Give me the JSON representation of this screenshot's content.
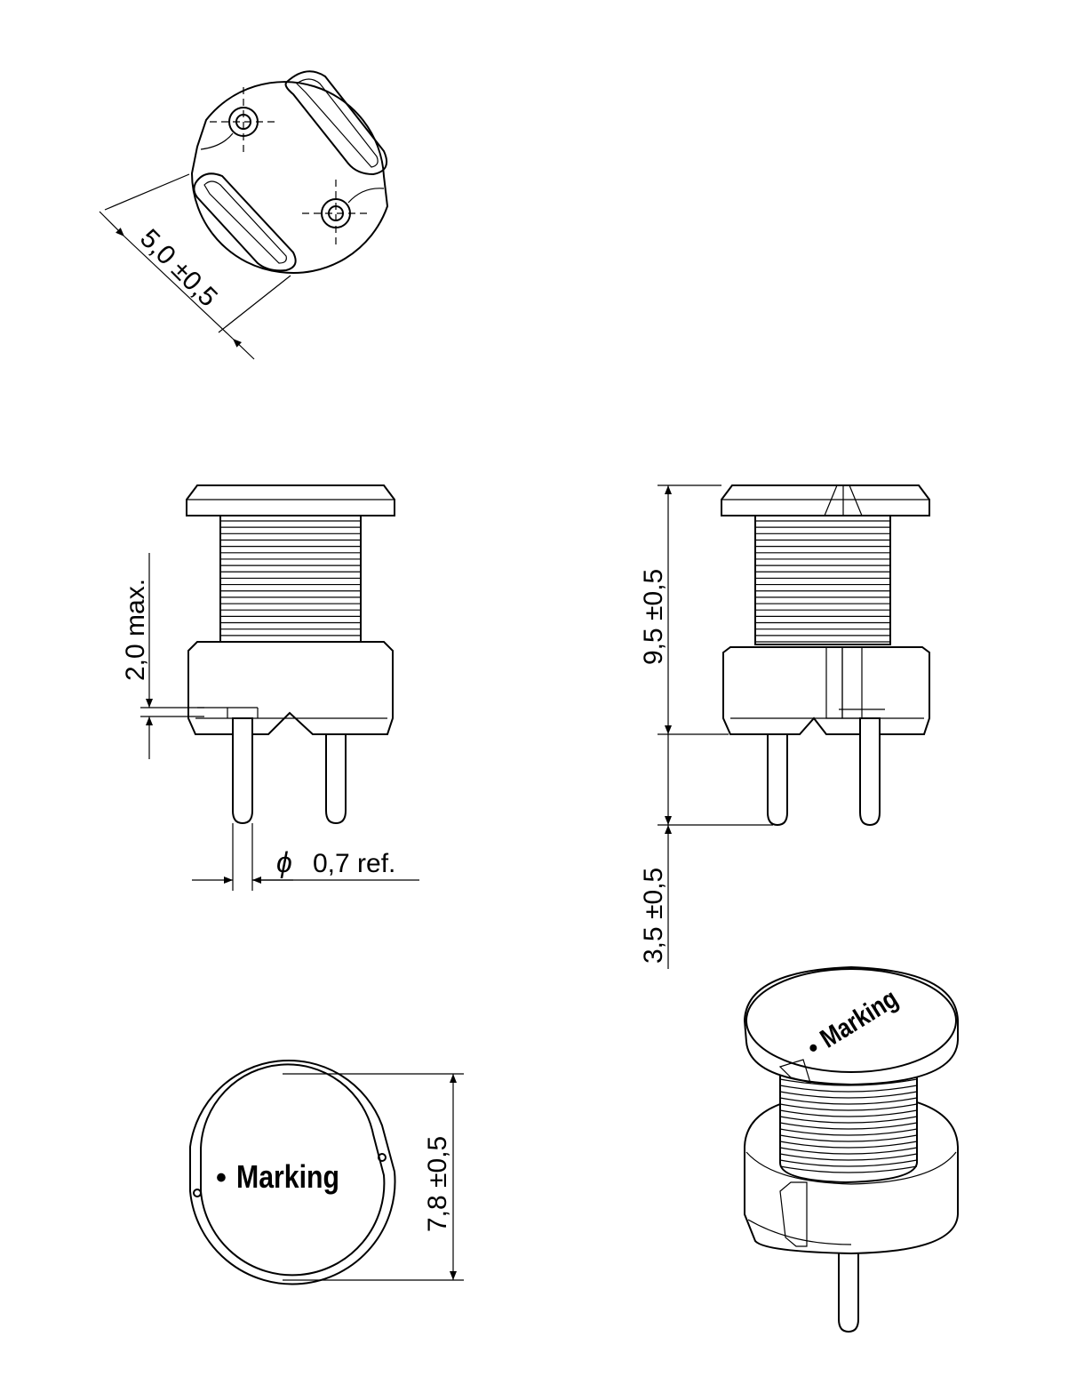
{
  "dimensions": {
    "pin_spacing": "5,0 ±0,5",
    "standoff": "2,0  max.",
    "pin_diameter_symbol": "ϕ",
    "pin_diameter": "0,7  ref.",
    "body_height": "9,5 ±0,5",
    "lead_length": "3,5 ±0,5",
    "body_diameter": "7,8 ±0,5"
  },
  "marking": {
    "label": "Marking",
    "dot": "•"
  },
  "colors": {
    "line": "#000000",
    "background": "#ffffff"
  }
}
